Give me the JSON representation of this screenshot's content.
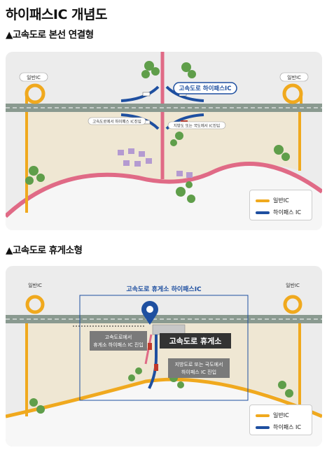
{
  "page": {
    "title": "하이패스IC 개념도",
    "section1": "▲고속도로 본선 연결형",
    "section2": "▲고속도로 휴게소형"
  },
  "diagram1": {
    "left_ic": "일반IC",
    "right_ic": "일반IC",
    "callout": "고속도로 하이패스IC",
    "note_left": "고속도로에서 하이패스 IC진입",
    "note_right": "지방도 또는 국도에서 IC진입",
    "legend_general": "일반IC",
    "legend_hipass": "하이패스 IC"
  },
  "diagram2": {
    "left_ic": "일반IC",
    "right_ic": "일반IC",
    "box_title": "고속도로 휴게소 하이패스IC",
    "rest_area": "고속도로 휴게소",
    "note_left_1": "고속도로에서",
    "note_left_2": "휴게소 하이패스 IC 진입",
    "note_right_1": "지방도로 또는 국도에서",
    "note_right_2": "하이패스 IC 진입",
    "legend_general": "일반IC",
    "legend_hipass": "하이패스 IC"
  },
  "colors": {
    "general_ic": "#f0a91e",
    "hipass_ic": "#1e4fa0",
    "highway": "#8a9a90",
    "local_road": "#e06a86",
    "field": "#efe7d3"
  }
}
